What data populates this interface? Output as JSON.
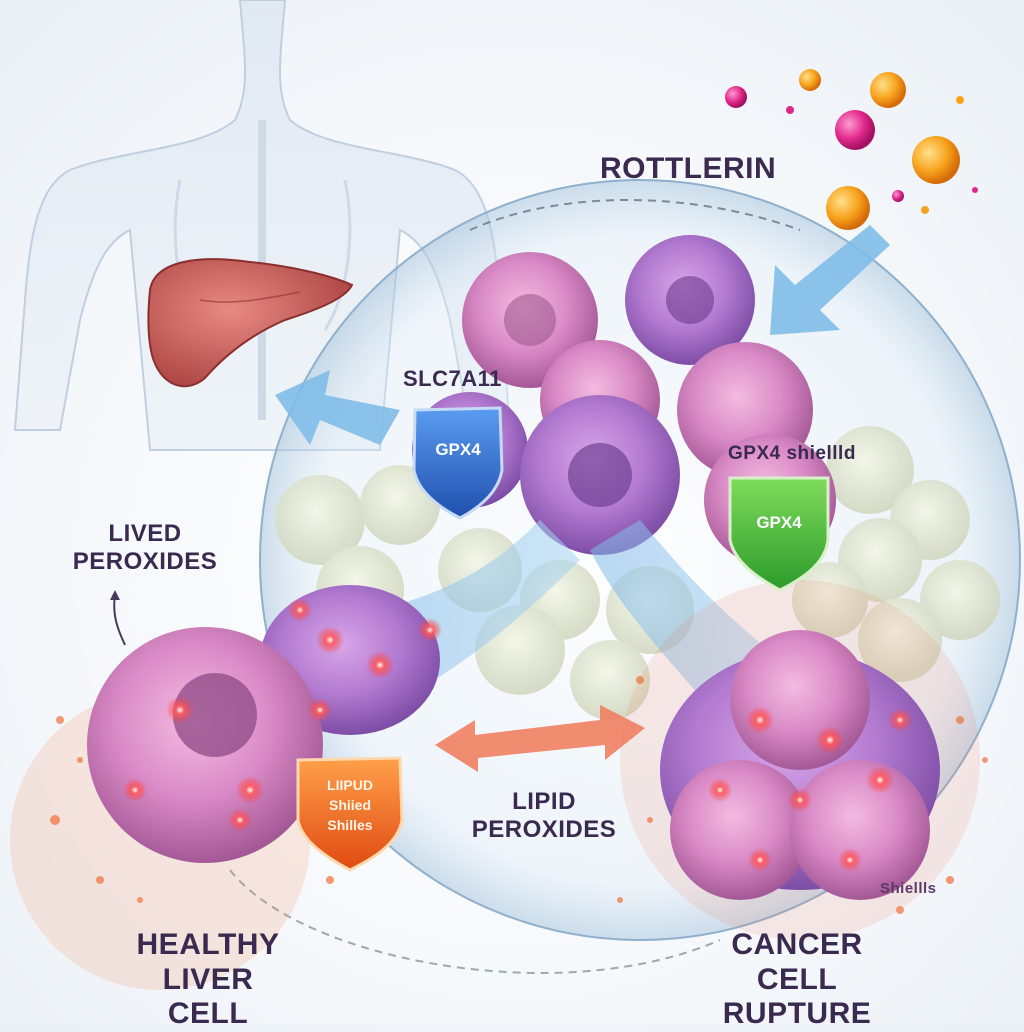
{
  "labels": {
    "rottlerin": "ROTTLERIN",
    "slc7a11": "SLC7A11",
    "gpx4_shield_caption": "GPX4 shiellld",
    "lived_peroxides_line1": "LIVED",
    "lived_peroxides_line2": "PEROXIDES",
    "lipid_peroxides_line1": "LIPID",
    "lipid_peroxides_line2": "PEROXIDES",
    "healthy_line1": "HEALTHY",
    "healthy_line2": "LIVER CELL",
    "cancer_line1": "CANCER CELL",
    "cancer_line2": "RUPTURE",
    "shields_small": "Shiellls"
  },
  "shields": {
    "blue": "GPX4",
    "green": "GPX4",
    "orange_line1": "LIIPUD",
    "orange_line2": "Shiied",
    "orange_line3": "Shilles"
  },
  "colors": {
    "text_dark": "#3a2a4f",
    "shield_blue": "#2f6fd6",
    "shield_green": "#3fb83a",
    "shield_orange": "#ef6a1e",
    "cell_purple": "#b47ad2",
    "cell_pink": "#e07ab8",
    "arrow_blue": "#8cc8ee",
    "arrow_salmon": "#f07a5a",
    "liver": "#c85a5a"
  },
  "icons": [
    "human-body-silhouette",
    "liver-organ-icon",
    "molecule-spheres-icon",
    "shield-icon",
    "cell-icon",
    "arrow-icon"
  ]
}
